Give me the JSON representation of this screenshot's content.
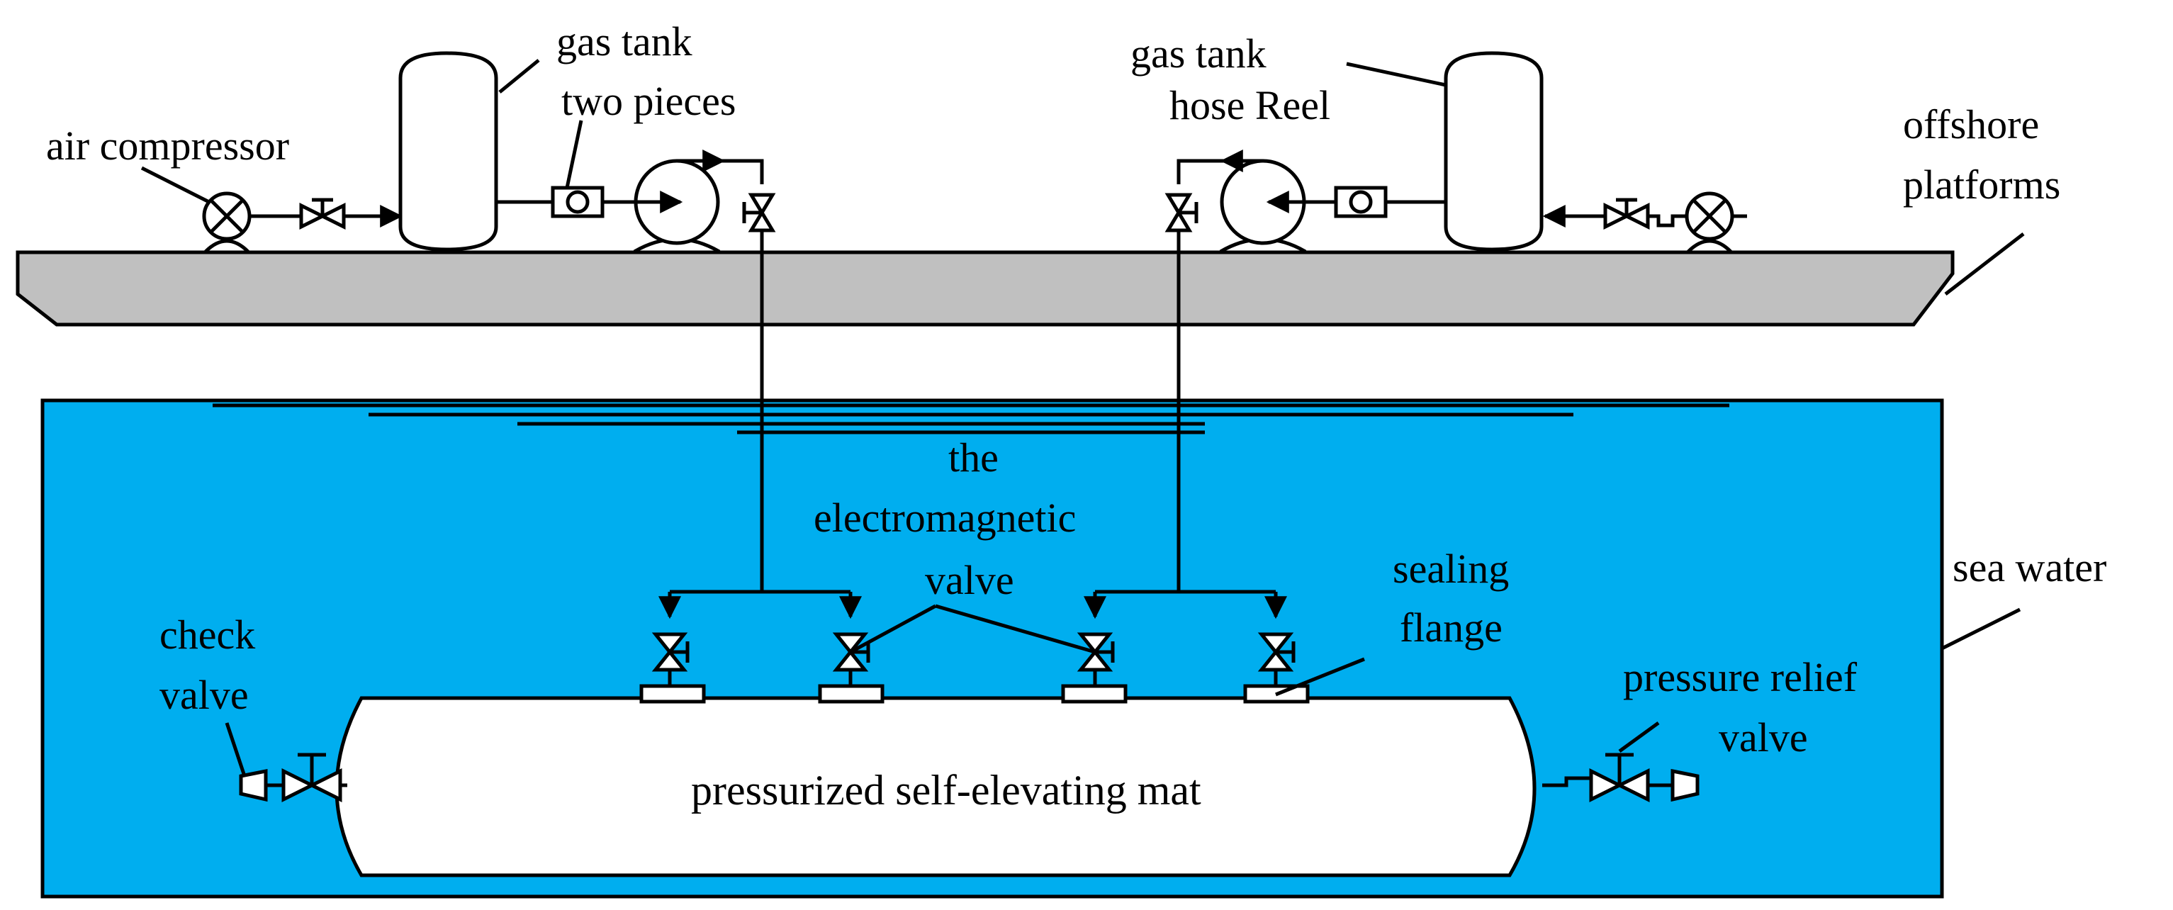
{
  "labels": {
    "gas_tank_left": "gas tank",
    "two_pieces": "two pieces",
    "air_compressor": "air compressor",
    "gas_tank_right": "gas tank",
    "hose_reel": "hose Reel",
    "offshore_1": "offshore",
    "offshore_2": "platforms",
    "electro_1": "the",
    "electro_2": "electromagnetic",
    "electro_3": "valve",
    "sealing_1": "sealing",
    "sealing_2": "flange",
    "sea_water": "sea water",
    "check_1": "check",
    "check_2": "valve",
    "relief_1": "pressure relief",
    "relief_2": "valve",
    "mat": "pressurized self-elevating mat"
  },
  "colors": {
    "sea": "#00AEEF",
    "platform": "#C0C0C0",
    "line": "#000000",
    "component_fill": "#FFFFFF"
  }
}
